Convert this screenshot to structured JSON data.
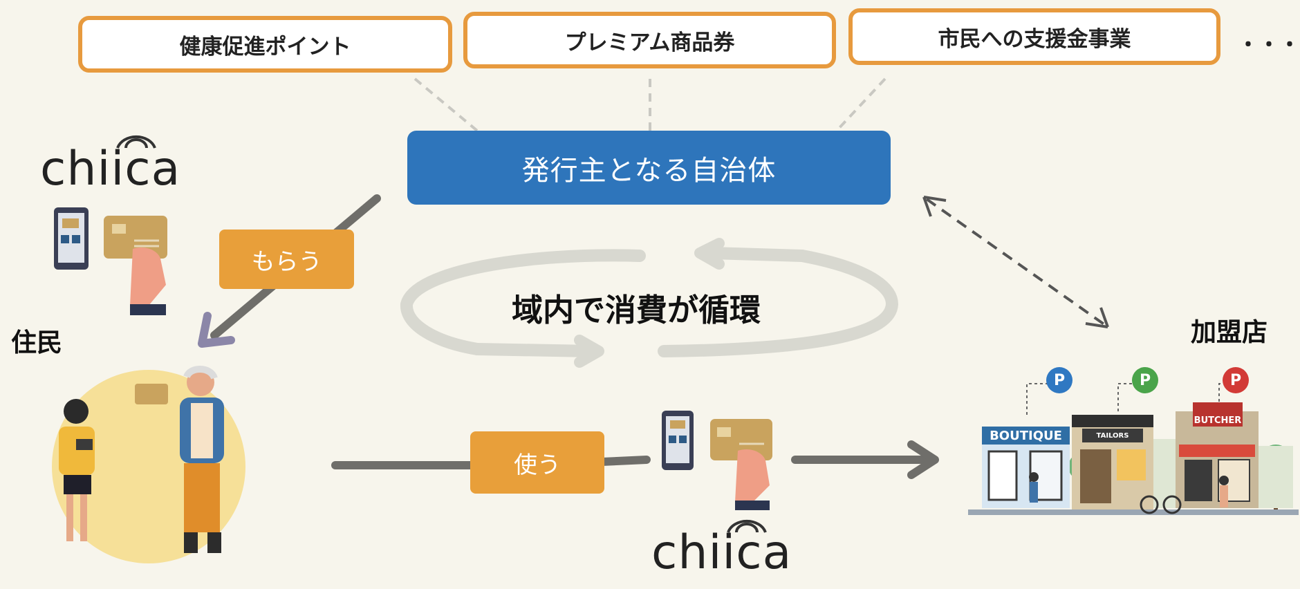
{
  "programs": [
    {
      "label": "健康促進ポイント"
    },
    {
      "label": "プレミアム商品券"
    },
    {
      "label": "市民への支援金事業"
    }
  ],
  "programs_more": "・・・",
  "issuer_label": "発行主となる自治体",
  "circulation_label": "域内で消費が循環",
  "receive_label": "もらう",
  "use_label": "使う",
  "residents_label": "住民",
  "merchants_label": "加盟店",
  "logo_text": "chiica",
  "shops": [
    {
      "sign": "BOUTIQUE",
      "point_color": "#2f78c2",
      "point_letter": "P"
    },
    {
      "sign": "TAILORS",
      "point_color": "#4aa44a",
      "point_letter": "P"
    },
    {
      "sign": "BUTCHER",
      "point_color": "#d23a36",
      "point_letter": "P"
    }
  ],
  "colors": {
    "accent_orange": "#e89f3a",
    "issuer_blue": "#2e75bb",
    "background": "#f7f5ec"
  }
}
